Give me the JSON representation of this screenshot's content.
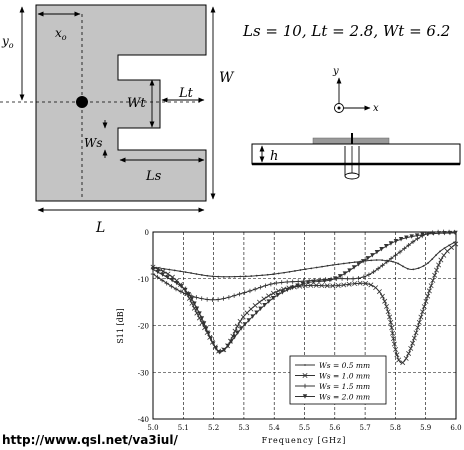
{
  "parameters_text": "Ls = 10,  Lt = 2.8,  Wt = 6.2",
  "source_url": "http://www.qsl.net/va3iul/",
  "patch_labels": {
    "xo": "x",
    "xo_sub": "o",
    "yo": "y",
    "yo_sub": "o",
    "W": "W",
    "L": "L",
    "Wt": "Wt",
    "Lt": "Lt",
    "Ws": "Ws",
    "Ls": "Ls"
  },
  "axes_labels": {
    "x": "x",
    "y": "y"
  },
  "substrate_label": "h",
  "colors": {
    "patch_fill": "#c4c4c4",
    "plot_line": "#333333",
    "background": "#ffffff"
  },
  "chart_data": {
    "type": "line",
    "xlabel": "Frequency [GHz]",
    "ylabel": "S11 [dB]",
    "xlim": [
      5.0,
      6.0
    ],
    "ylim": [
      -40,
      0
    ],
    "xticks": [
      5.0,
      5.1,
      5.2,
      5.3,
      5.4,
      5.5,
      5.6,
      5.7,
      5.8,
      5.9,
      6.0
    ],
    "yticks": [
      0,
      -10,
      -20,
      -30,
      -40
    ],
    "grid": true,
    "legend_position": "bottom-right",
    "series": [
      {
        "name": "Ws = 0.5 mm",
        "marker": "dot",
        "x": [
          5.0,
          5.1,
          5.2,
          5.3,
          5.4,
          5.5,
          5.6,
          5.7,
          5.75,
          5.8,
          5.85,
          5.9,
          5.95,
          6.0
        ],
        "y": [
          -7.5,
          -8.5,
          -9.5,
          -9.5,
          -9,
          -8,
          -7,
          -6.2,
          -6,
          -6.5,
          -8,
          -7,
          -4,
          -2
        ]
      },
      {
        "name": "Ws = 1.0 mm",
        "marker": "x",
        "x": [
          5.0,
          5.05,
          5.1,
          5.15,
          5.2,
          5.22,
          5.25,
          5.3,
          5.4,
          5.5,
          5.6,
          5.7,
          5.75,
          5.78,
          5.8,
          5.82,
          5.85,
          5.9,
          5.95,
          6.0
        ],
        "y": [
          -7.5,
          -9,
          -12,
          -18,
          -24,
          -25.5,
          -24,
          -18,
          -13,
          -11.5,
          -11.5,
          -11,
          -13,
          -18,
          -25,
          -28,
          -25,
          -15,
          -6,
          -2.5
        ]
      },
      {
        "name": "Ws = 1.5 mm",
        "marker": "plus",
        "x": [
          5.0,
          5.1,
          5.2,
          5.3,
          5.4,
          5.5,
          5.6,
          5.7,
          5.8,
          5.9,
          6.0
        ],
        "y": [
          -9,
          -13,
          -14.5,
          -13,
          -11,
          -10.5,
          -10,
          -9.5,
          -5,
          -0.5,
          0
        ]
      },
      {
        "name": "Ws = 2.0 mm",
        "marker": "triangle",
        "x": [
          5.0,
          5.1,
          5.15,
          5.2,
          5.23,
          5.3,
          5.4,
          5.5,
          5.6,
          5.7,
          5.8,
          5.9,
          6.0
        ],
        "y": [
          -8,
          -12,
          -17,
          -24,
          -25.5,
          -20,
          -14,
          -11,
          -10,
          -6,
          -2,
          -0.5,
          -0.2
        ]
      }
    ]
  }
}
